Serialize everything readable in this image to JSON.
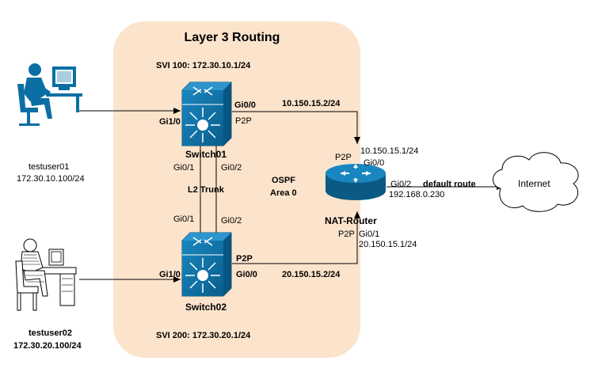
{
  "colors": {
    "zone_fill": "#fce4cc",
    "device_blue": "#0b6fa4",
    "device_dark": "#0a5a85",
    "line": "#000000",
    "cloud_stroke": "#000000"
  },
  "zone": {
    "title": "Layer 3 Routing"
  },
  "svi": {
    "top": "SVI 100: 172.30.10.1/24",
    "bottom": "SVI 200: 172.30.20.1/24"
  },
  "switch01": {
    "name": "Switch01",
    "icon": "layer3-switch-icon",
    "port_left": "Gi1/0",
    "port_right": "Gi0/0",
    "p2p": "P2P",
    "port_down_left": "Gi0/1",
    "port_down_right": "Gi0/2"
  },
  "switch02": {
    "name": "Switch02",
    "icon": "layer3-switch-icon",
    "port_left": "Gi1/0",
    "port_right": "Gi0/0",
    "p2p": "P2P",
    "port_up_left": "Gi0/1",
    "port_up_right": "Gi0/2"
  },
  "trunk_label": "L2 Trunk",
  "ospf": {
    "line1": "OSPF",
    "line2": "Area 0"
  },
  "links": {
    "sw1_router_ip": "10.150.15.2/24",
    "sw2_router_ip": "20.150.15.2/24"
  },
  "router": {
    "name": "NAT-Router",
    "icon": "router-icon",
    "top_p2p": "P2P",
    "top_ip": "10.150.15.1/24",
    "top_port": "Gi0/0",
    "right_port": "Gi0/2",
    "right_ip": "192.168.0.230",
    "bottom_p2p": "P2P",
    "bottom_port": "Gi0/1",
    "bottom_ip": "20.150.15.1/24"
  },
  "default_route": "default route",
  "internet": {
    "label": "Internet",
    "icon": "cloud-icon"
  },
  "user1": {
    "name": "testuser01",
    "ip": "172.30.10.100/24",
    "icon": "user-workstation-icon"
  },
  "user2": {
    "name": "testuser02",
    "ip": "172.30.20.100/24",
    "icon": "user-workstation-icon"
  }
}
